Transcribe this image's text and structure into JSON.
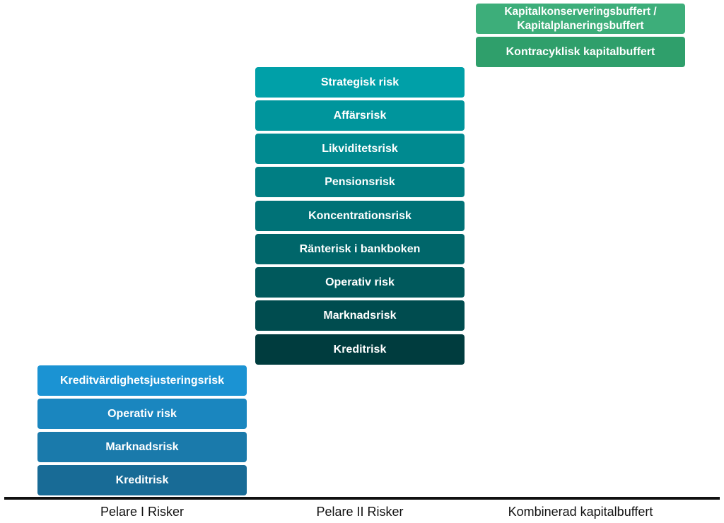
{
  "pelare1": {
    "label": "Pelare I Risker",
    "blocks": [
      "Kreditvärdighetsjusteringsrisk",
      "Operativ risk",
      "Marknadsrisk",
      "Kreditrisk"
    ]
  },
  "pelare2": {
    "label": "Pelare II Risker",
    "blocks": [
      "Strategisk risk",
      "Affärsrisk",
      "Likviditetsrisk",
      "Pensionsrisk",
      "Koncentrationsrisk",
      "Ränterisk i bankboken",
      "Operativ risk",
      "Marknadsrisk",
      "Kreditrisk"
    ]
  },
  "kapitalbuffert": {
    "label": "Kombinerad kapitalbuffert",
    "blocks": [
      "Kapitalkonserveringsbuffert / Kapitalplaneringsbuffert",
      "Kontracyklisk kapitalbuffert"
    ]
  },
  "colors": {
    "pelare1": [
      "#1b93d3",
      "#1a86bf",
      "#1a7aab",
      "#186b96"
    ],
    "pelare2": [
      "#00a0a8",
      "#00959c",
      "#008a90",
      "#007e83",
      "#007277",
      "#00666a",
      "#00595c",
      "#004c4f",
      "#003c3e"
    ],
    "kapitalbuffert": [
      "#3dae7a",
      "#2f9f6b"
    ]
  }
}
